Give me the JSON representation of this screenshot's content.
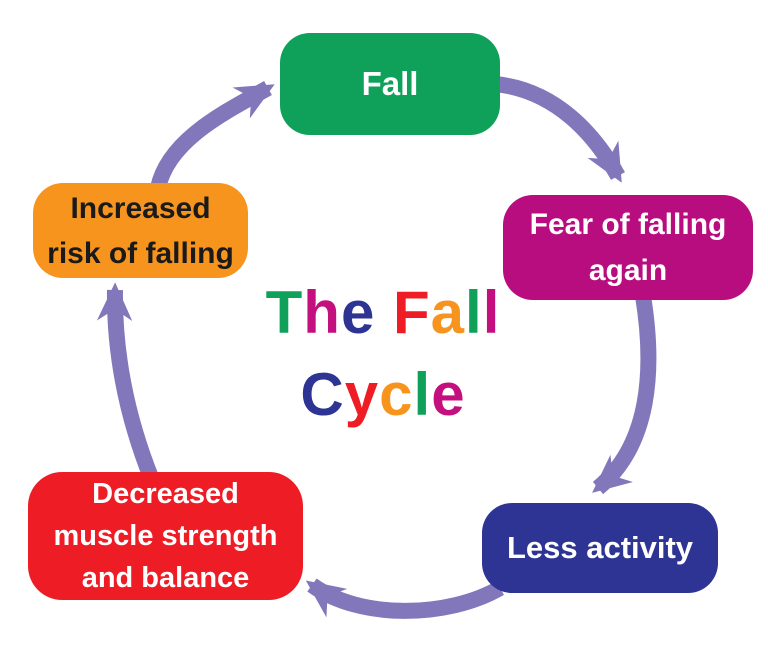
{
  "title": {
    "text": "The Fall Cycle",
    "lines": [
      {
        "text": "The Fall",
        "letters": [
          {
            "ch": "T",
            "color": "#0fa15a"
          },
          {
            "ch": "h",
            "color": "#c4107e"
          },
          {
            "ch": "e",
            "color": "#2d3493"
          },
          {
            "ch": " "
          },
          {
            "ch": "F",
            "color": "#ee1c25"
          },
          {
            "ch": "a",
            "color": "#f7941e"
          },
          {
            "ch": "l",
            "color": "#0fa15a"
          },
          {
            "ch": "l",
            "color": "#c4107e"
          }
        ]
      },
      {
        "text": "Cycle",
        "letters": [
          {
            "ch": "C",
            "color": "#2d3493"
          },
          {
            "ch": "y",
            "color": "#ee1c25"
          },
          {
            "ch": "c",
            "color": "#f7941e"
          },
          {
            "ch": "l",
            "color": "#0fa15a"
          },
          {
            "ch": "e",
            "color": "#c4107e"
          }
        ]
      }
    ]
  },
  "nodes": [
    {
      "id": "fall",
      "label": "Fall",
      "color": "#0fa15a",
      "text_color": "#ffffff"
    },
    {
      "id": "fear-of-falling-again",
      "label": "Fear of falling\nagain",
      "color": "#b70d7e",
      "text_color": "#ffffff"
    },
    {
      "id": "less-activity",
      "label": "Less activity",
      "color": "#2d3493",
      "text_color": "#ffffff"
    },
    {
      "id": "decreased-muscle-strength-and-balance",
      "label": "Decreased\nmuscle strength\nand balance",
      "color": "#ee1c25",
      "text_color": "#ffffff"
    },
    {
      "id": "increased-risk-of-falling",
      "label": "Increased\nrisk of falling",
      "color": "#f7941e",
      "text_color": "#1a1a1a"
    }
  ],
  "arrows": {
    "color": "#8377bb",
    "connections": [
      {
        "from": "fall",
        "to": "fear-of-falling-again"
      },
      {
        "from": "fear-of-falling-again",
        "to": "less-activity"
      },
      {
        "from": "less-activity",
        "to": "decreased-muscle-strength-and-balance"
      },
      {
        "from": "decreased-muscle-strength-and-balance",
        "to": "increased-risk-of-falling"
      },
      {
        "from": "increased-risk-of-falling",
        "to": "fall"
      }
    ]
  }
}
